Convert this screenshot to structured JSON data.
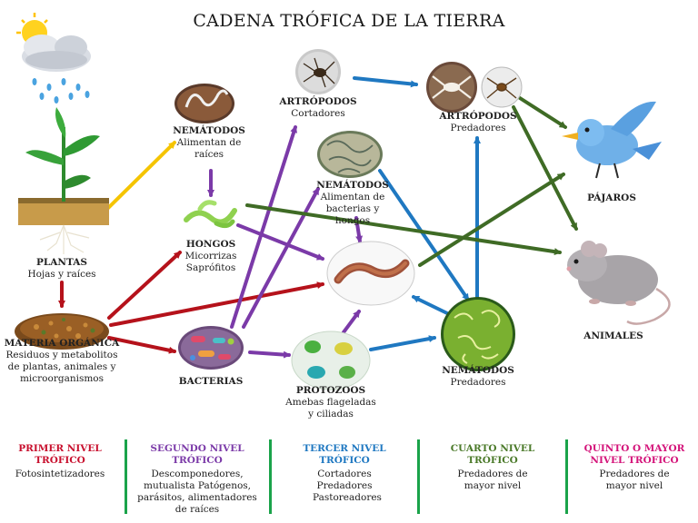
{
  "title": "CADENA TRÓFICA DE LA TIERRA",
  "nodes": {
    "plantas": {
      "name": "PLANTAS",
      "desc": "Hojas y raíces"
    },
    "materia": {
      "name": "MATERIA ORGÁNICA",
      "desc": "Residuos y metabolitos de plantas, animales y microorganismos"
    },
    "nem_raices": {
      "name": "NEMÁTODOS",
      "desc": "Alimentan de raíces"
    },
    "hongos": {
      "name": "HONGOS",
      "desc": "Micorrizas Saprófitos"
    },
    "bacterias": {
      "name": "BACTERIAS",
      "desc": ""
    },
    "art_cortadores": {
      "name": "ARTRÓPODOS",
      "desc": "Cortadores"
    },
    "nem_bact": {
      "name": "NEMÁTODOS",
      "desc": "Alimentan de bacterias y hongos"
    },
    "protozoos": {
      "name": "PROTOZOOS",
      "desc": "Amebas flageladas y ciliadas"
    },
    "art_predadores": {
      "name": "ARTRÓPODOS",
      "desc": "Predadores"
    },
    "nem_predadores": {
      "name": "NEMÁTODOS",
      "desc": "Predadores"
    },
    "pajaros": {
      "name": "PÁJAROS",
      "desc": ""
    },
    "animales": {
      "name": "ANIMALES",
      "desc": ""
    }
  },
  "levels": [
    {
      "title": "PRIMER NIVEL TRÓFICO",
      "desc": "Fotosintetizadores",
      "color": "#c8102e"
    },
    {
      "title": "SEGUNDO NIVEL TRÓFICO",
      "desc": "Descomponedores, mutualista Patógenos, parásitos, alimentadores de raíces",
      "color": "#7b3aa8"
    },
    {
      "title": "TERCER NIVEL TRÓFICO",
      "desc": "Cortadores Predadores Pastoreadores",
      "color": "#1f78c1"
    },
    {
      "title": "CUARTO NIVEL TRÓFICO",
      "desc": "Predadores de mayor nivel",
      "color": "#4b7a2a"
    },
    {
      "title": "QUINTO O MAYOR NIVEL TRÓFICO",
      "desc": "Predadores de mayor nivel",
      "color": "#d4147a"
    }
  ],
  "colors": {
    "red": "#b5121b",
    "yellow": "#f5c400",
    "purple": "#7b3aa8",
    "blue": "#1f78c1",
    "green": "#3f6b25",
    "separator": "#1aa34a"
  },
  "icons": [
    "sun-cloud-icon",
    "plant-icon",
    "organic-matter-icon",
    "nematode-icon",
    "fungi-icon",
    "bacteria-icon",
    "arthropod-icon",
    "protozoa-icon",
    "earthworm-icon",
    "bird-icon",
    "mouse-icon"
  ]
}
